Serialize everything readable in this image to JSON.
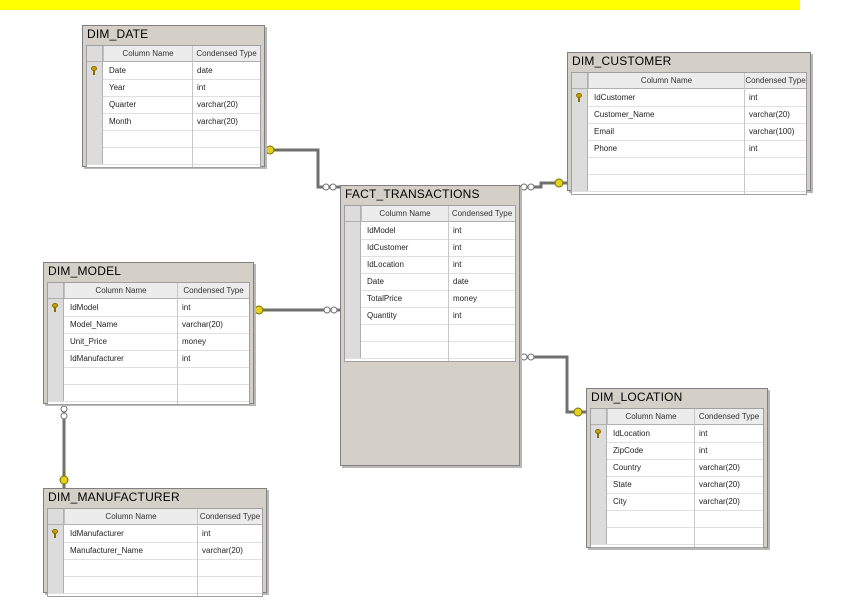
{
  "column_header": "Column Name",
  "type_header": "Condensed Type",
  "tables": [
    {
      "id": "dim-date",
      "name": "DIM_DATE",
      "empty_rows": 2,
      "rows": [
        {
          "column": "Date",
          "type": "date",
          "pk": true
        },
        {
          "column": "Year",
          "type": "int",
          "pk": false
        },
        {
          "column": "Quarter",
          "type": "varchar(20)",
          "pk": false
        },
        {
          "column": "Month",
          "type": "varchar(20)",
          "pk": false
        }
      ]
    },
    {
      "id": "dim-customer",
      "name": "DIM_CUSTOMER",
      "empty_rows": 2,
      "rows": [
        {
          "column": "IdCustomer",
          "type": "int",
          "pk": true
        },
        {
          "column": "Customer_Name",
          "type": "varchar(20)",
          "pk": false
        },
        {
          "column": "Email",
          "type": "varchar(100)",
          "pk": false
        },
        {
          "column": "Phone",
          "type": "int",
          "pk": false
        }
      ]
    },
    {
      "id": "fact-transactions",
      "name": "FACT_TRANSACTIONS",
      "empty_rows": 2,
      "rows": [
        {
          "column": "IdModel",
          "type": "int",
          "pk": false
        },
        {
          "column": "IdCustomer",
          "type": "int",
          "pk": false
        },
        {
          "column": "IdLocation",
          "type": "int",
          "pk": false
        },
        {
          "column": "Date",
          "type": "date",
          "pk": false
        },
        {
          "column": "TotalPrice",
          "type": "money",
          "pk": false
        },
        {
          "column": "Quantity",
          "type": "int",
          "pk": false
        }
      ]
    },
    {
      "id": "dim-model",
      "name": "DIM_MODEL",
      "empty_rows": 2,
      "rows": [
        {
          "column": "IdModel",
          "type": "int",
          "pk": true
        },
        {
          "column": "Model_Name",
          "type": "varchar(20)",
          "pk": false
        },
        {
          "column": "Unit_Price",
          "type": "money",
          "pk": false
        },
        {
          "column": "IdManufacturer",
          "type": "int",
          "pk": false
        }
      ]
    },
    {
      "id": "dim-location",
      "name": "DIM_LOCATION",
      "empty_rows": 2,
      "rows": [
        {
          "column": "IdLocation",
          "type": "int",
          "pk": true
        },
        {
          "column": "ZipCode",
          "type": "int",
          "pk": false
        },
        {
          "column": "Country",
          "type": "varchar(20)",
          "pk": false
        },
        {
          "column": "State",
          "type": "varchar(20)",
          "pk": false
        },
        {
          "column": "City",
          "type": "varchar(20)",
          "pk": false
        }
      ]
    },
    {
      "id": "dim-manufacturer",
      "name": "DIM_MANUFACTURER",
      "empty_rows": 2,
      "rows": [
        {
          "column": "IdManufacturer",
          "type": "int",
          "pk": true
        },
        {
          "column": "Manufacturer_Name",
          "type": "varchar(20)",
          "pk": false
        }
      ]
    }
  ],
  "relationships": [
    {
      "from": "dim-date",
      "to": "fact-transactions"
    },
    {
      "from": "dim-customer",
      "to": "fact-transactions"
    },
    {
      "from": "dim-model",
      "to": "fact-transactions"
    },
    {
      "from": "dim-location",
      "to": "fact-transactions"
    },
    {
      "from": "dim-manufacturer",
      "to": "dim-model"
    }
  ]
}
